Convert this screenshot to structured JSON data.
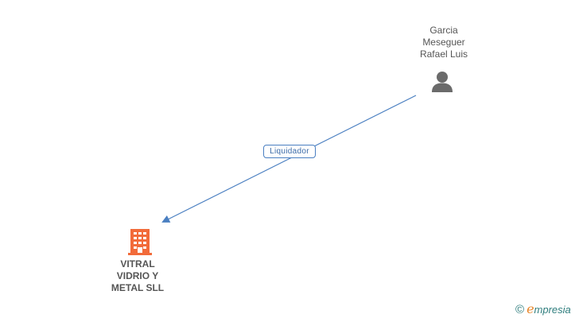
{
  "person": {
    "name_lines": [
      "Garcia",
      "Meseguer",
      "Rafael Luis"
    ],
    "icon": "person-icon"
  },
  "company": {
    "name_lines": [
      "VITRAL",
      "VIDRIO Y",
      "METAL SLL"
    ],
    "icon": "building-icon",
    "color": "#f26b3a"
  },
  "relation": {
    "label": "Liquidador",
    "color": "#4a7fc1"
  },
  "brand": {
    "copyright_symbol": "©",
    "logo_initial": "e",
    "logo_rest": "mpresia"
  }
}
